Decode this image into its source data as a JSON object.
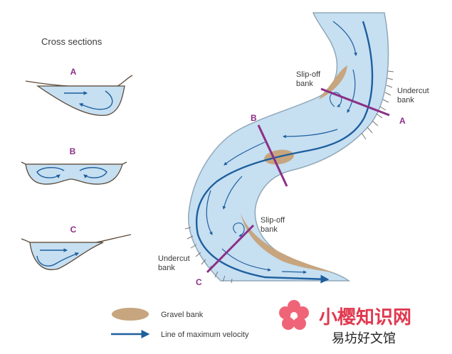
{
  "title": "Cross sections",
  "sections": {
    "a": "A",
    "b": "B",
    "c": "C"
  },
  "map_labels": {
    "slip_off_top_1": "Slip-off",
    "slip_off_top_2": "bank",
    "undercut_top_1": "Undercut",
    "undercut_top_2": "bank",
    "slip_off_mid_1": "Slip-off",
    "slip_off_mid_2": "bank",
    "undercut_bottom_1": "Undercut",
    "undercut_bottom_2": "bank"
  },
  "legend": {
    "gravel_bank": "Gravel bank",
    "max_velocity": "Line of maximum velocity"
  },
  "watermark": {
    "line1": "小樱知识网",
    "line2": "易坊好文馆"
  },
  "colors": {
    "water": "#c6dff1",
    "water_edge": "#8fa7b9",
    "gravel": "#c7a57e",
    "arrow": "#1e5f9e",
    "section_line": "#8b2f86",
    "label_purple": "#8b2f86"
  }
}
